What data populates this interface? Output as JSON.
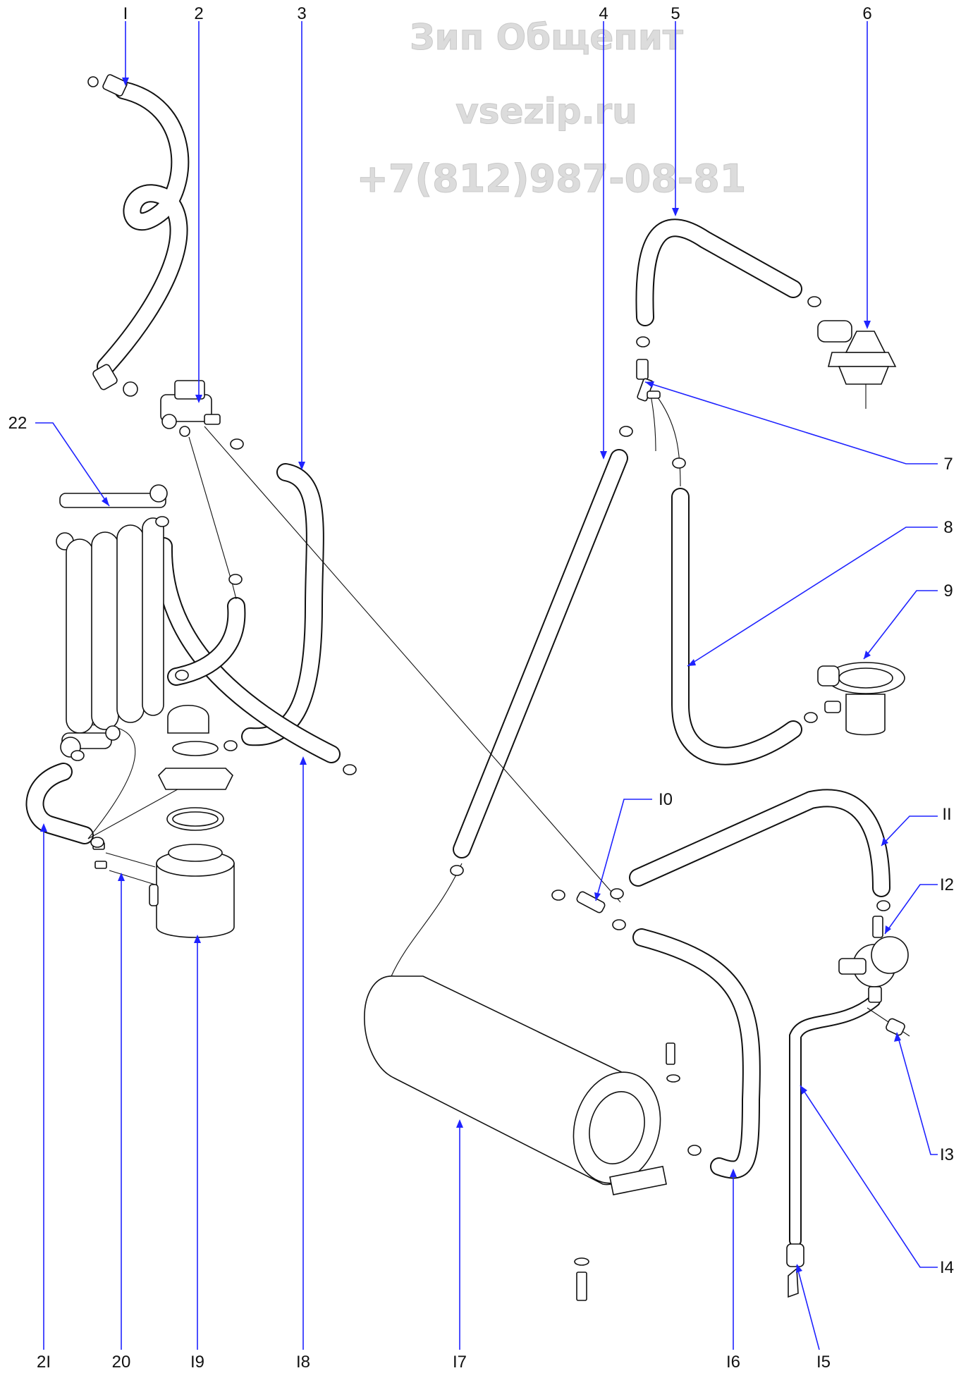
{
  "watermark": {
    "line1": "Зип Общепит",
    "line2": "vsezip.ru",
    "line3": "+7(812)987-08-81"
  },
  "callouts": {
    "c1": "I",
    "c2": "2",
    "c3": "3",
    "c4": "4",
    "c5": "5",
    "c6": "6",
    "c7": "7",
    "c8": "8",
    "c9": "9",
    "c10": "I0",
    "c11": "II",
    "c12": "I2",
    "c13": "I3",
    "c14": "I4",
    "c15": "I5",
    "c16": "I6",
    "c17": "I7",
    "c18": "I8",
    "c19": "I9",
    "c20": "20",
    "c21": "2I",
    "c22": "22"
  },
  "colors": {
    "leader": "#1f23ff",
    "line": "#111111",
    "watermark": "#dcdcdc"
  }
}
